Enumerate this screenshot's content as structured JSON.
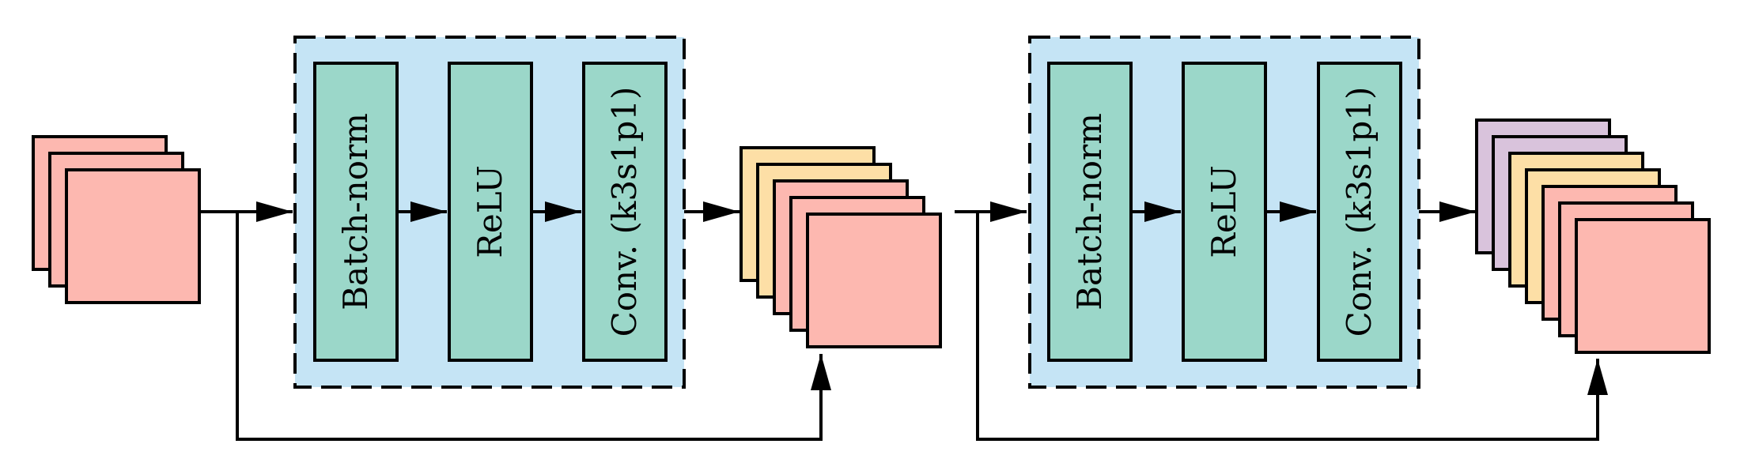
{
  "colors": {
    "block_background": "#c5e4f5",
    "layer_fill": "#9bd7c9",
    "map_red": "#fdb8b0",
    "map_yellow": "#fddfa6",
    "map_purple": "#d9c3dc",
    "stroke": "#000000"
  },
  "block1": {
    "layers": [
      {
        "label": "Batch-norm"
      },
      {
        "label": "ReLU"
      },
      {
        "label": "Conv. (k3s1p1)"
      }
    ]
  },
  "block2": {
    "layers": [
      {
        "label": "Batch-norm"
      },
      {
        "label": "ReLU"
      },
      {
        "label": "Conv. (k3s1p1)"
      }
    ]
  },
  "feature_maps": {
    "input": [
      "map_red",
      "map_red",
      "map_red"
    ],
    "after_block1": [
      "map_yellow",
      "map_yellow",
      "map_red",
      "map_red",
      "map_red"
    ],
    "after_block2": [
      "map_purple",
      "map_purple",
      "map_yellow",
      "map_yellow",
      "map_red",
      "map_red",
      "map_red"
    ]
  }
}
